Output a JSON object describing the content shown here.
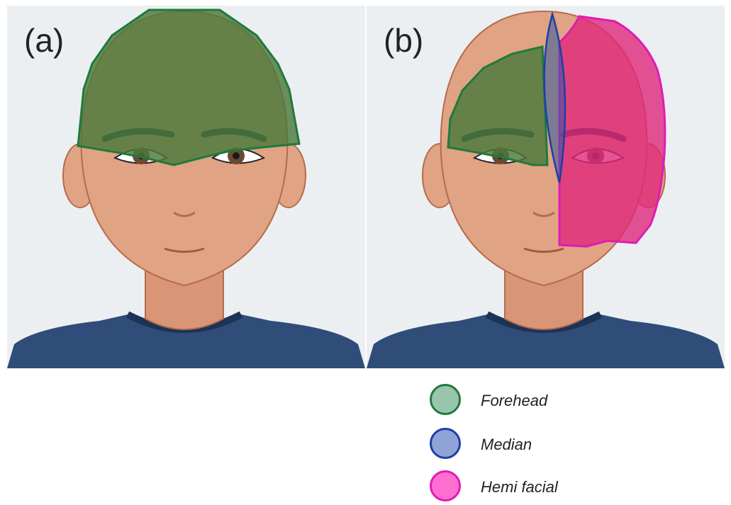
{
  "panels": [
    {
      "label": "(a)"
    },
    {
      "label": "(b)"
    }
  ],
  "legend": [
    {
      "label": "Forehead",
      "fill": "#9ac5ad",
      "stroke": "#1f7a3c"
    },
    {
      "label": "Median",
      "fill": "#8fa3d6",
      "stroke": "#1c3fa8"
    },
    {
      "label": "Hemi facial",
      "fill": "#ff6fd1",
      "stroke": "#e01bb5"
    }
  ],
  "colors": {
    "background": "#eceff2",
    "skin": "#e0a383",
    "skin_outline": "#b56b4c",
    "shirt": "#2f4d78",
    "forehead_fill": "#4a7a3a",
    "forehead_stroke": "#1f7a3c",
    "median_fill": "#2e5a9e",
    "median_stroke": "#1c3fa8",
    "hemi_fill": "#e0287c",
    "hemi_stroke": "#e01bb5"
  }
}
